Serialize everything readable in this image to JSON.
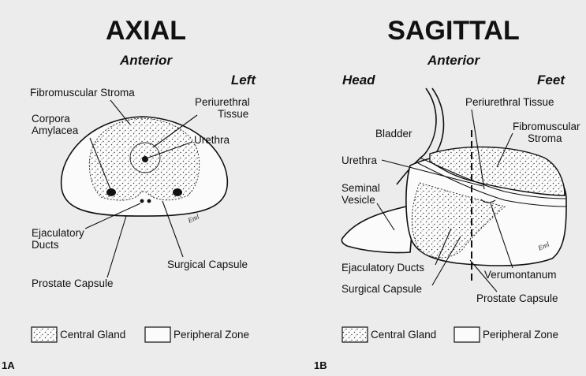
{
  "axial": {
    "title": "AXIAL",
    "anterior": "Anterior",
    "left": "Left",
    "labels": {
      "fibromuscular_stroma": "Fibromuscular Stroma",
      "corpora_line1": "Corpora",
      "corpora_line2": "Amylacea",
      "periurethral_line1": "Periurethral",
      "periurethral_line2": "Tissue",
      "urethra": "Urethra",
      "ejac_line1": "Ejaculatory",
      "ejac_line2": "Ducts",
      "surgical_capsule": "Surgical Capsule",
      "prostate_capsule": "Prostate Capsule"
    },
    "legend": {
      "central_gland": "Central Gland",
      "peripheral_zone": "Peripheral Zone"
    },
    "figure_label": "1A"
  },
  "sagittal": {
    "title": "SAGITTAL",
    "anterior": "Anterior",
    "head": "Head",
    "feet": "Feet",
    "labels": {
      "periurethral_tissue": "Periurethral Tissue",
      "bladder": "Bladder",
      "fibro_line1": "Fibromuscular",
      "fibro_line2": "Stroma",
      "urethra": "Urethra",
      "seminal_line1": "Seminal",
      "seminal_line2": "Vesicle",
      "ejaculatory_ducts": "Ejaculatory Ducts",
      "surgical_capsule": "Surgical Capsule",
      "verumontanum": "Verumontanum",
      "prostate_capsule": "Prostate Capsule"
    },
    "legend": {
      "central_gland": "Central Gland",
      "peripheral_zone": "Peripheral Zone"
    },
    "figure_label": "1B"
  },
  "colors": {
    "background": "#ececec",
    "ink": "#111111",
    "paper": "#fbfbfb"
  }
}
